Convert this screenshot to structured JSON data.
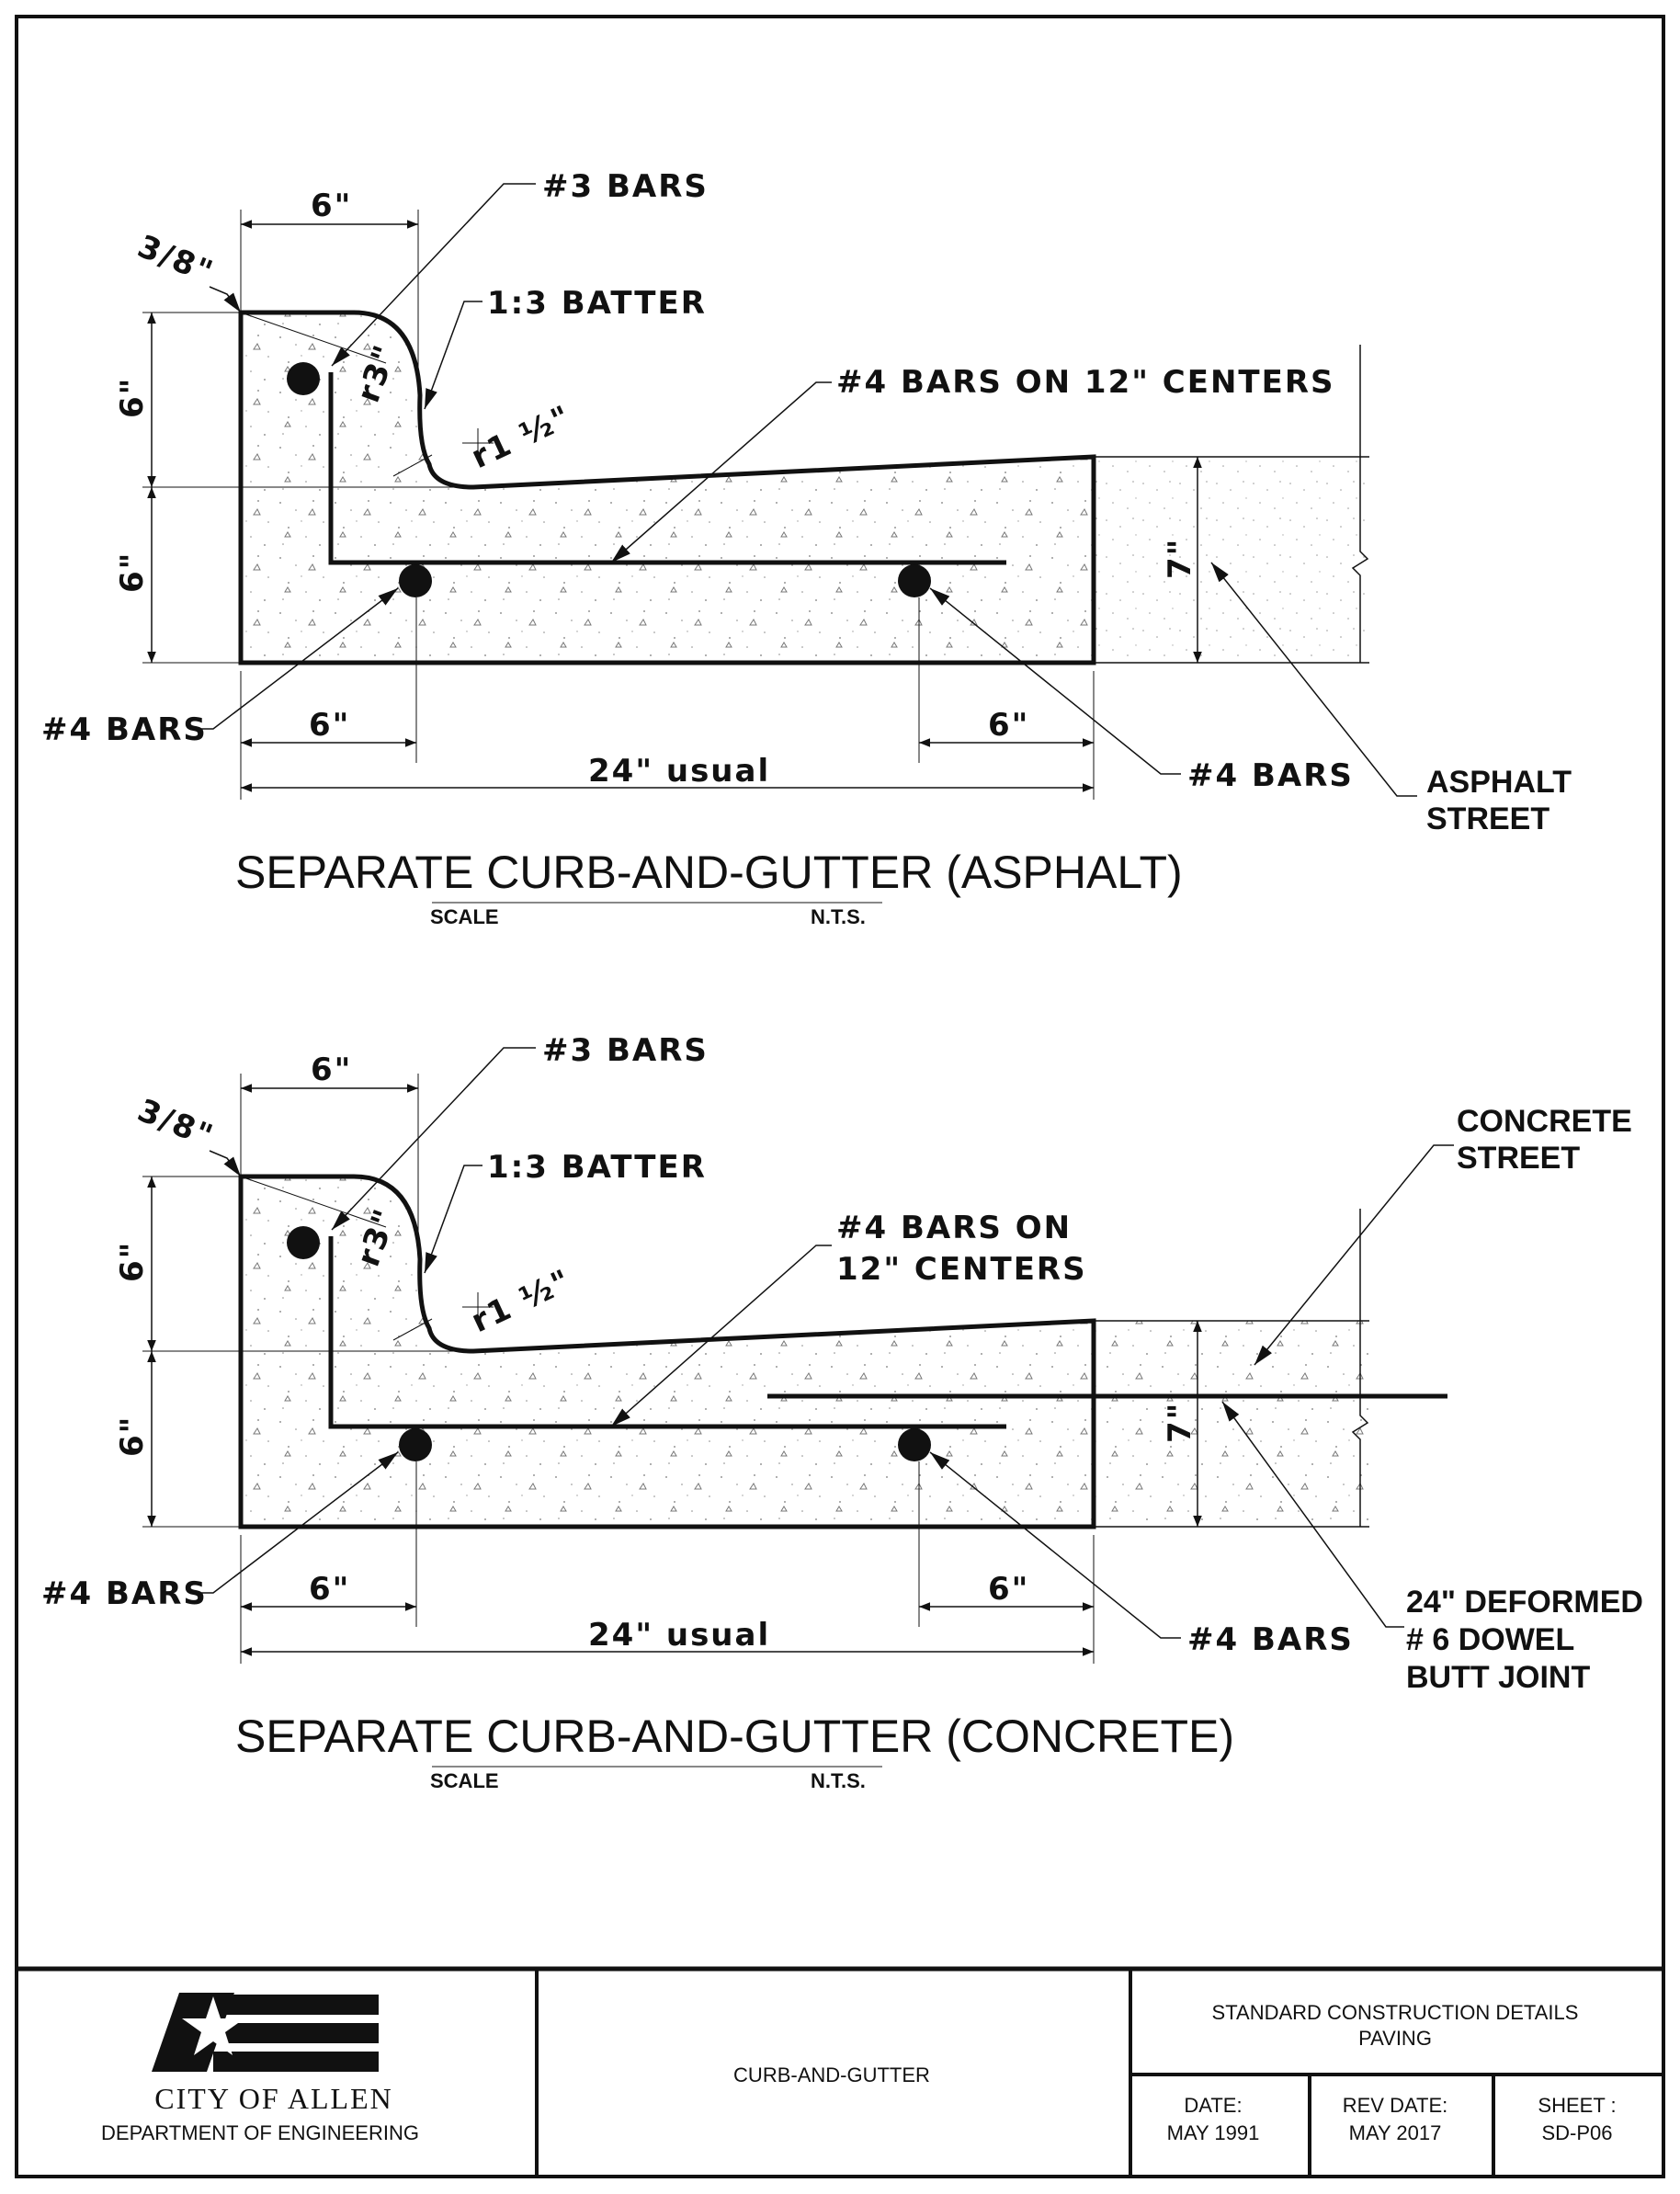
{
  "details": [
    {
      "title": "SEPARATE CURB-AND-GUTTER (ASPHALT)",
      "scale_label": "SCALE",
      "scale_value": "N.T.S.",
      "labels": {
        "bars3": "#3 BARS",
        "batter": "1:3 BATTER",
        "bars4_centers_line1": "#4 BARS ON 12\" CENTERS",
        "bars4_centers_line2": "",
        "bars4_left": "#4 BARS",
        "bars4_right": "#4 BARS",
        "street_line1": "ASPHALT",
        "street_line2": "STREET",
        "dowel_line1": "",
        "dowel_line2": "",
        "dowel_line3": "",
        "dim_top": "6\"",
        "dim_chamfer": "3/8\"",
        "dim_curb_height": "6\"",
        "dim_gutter_height": "6\"",
        "dim_bottom_left": "6\"",
        "dim_bottom_right": "6\"",
        "dim_total": "24\" usual",
        "dim_street": "7\"",
        "radius_large": "r3\"",
        "radius_small": "r1 ½\""
      }
    },
    {
      "title": "SEPARATE CURB-AND-GUTTER (CONCRETE)",
      "scale_label": "SCALE",
      "scale_value": "N.T.S.",
      "labels": {
        "bars3": "#3 BARS",
        "batter": "1:3 BATTER",
        "bars4_centers_line1": "#4 BARS ON",
        "bars4_centers_line2": "12\" CENTERS",
        "bars4_left": "#4 BARS",
        "bars4_right": "#4 BARS",
        "street_line1": "CONCRETE",
        "street_line2": "STREET",
        "dowel_line1": "24\" DEFORMED",
        "dowel_line2": "# 6 DOWEL",
        "dowel_line3": "BUTT JOINT",
        "dim_top": "6\"",
        "dim_chamfer": "3/8\"",
        "dim_curb_height": "6\"",
        "dim_gutter_height": "6\"",
        "dim_bottom_left": "6\"",
        "dim_bottom_right": "6\"",
        "dim_total": "24\" usual",
        "dim_street": "7\"",
        "radius_large": "r3\"",
        "radius_small": "r1 ½\""
      }
    }
  ],
  "title_block": {
    "city": "CITY OF ALLEN",
    "department": "DEPARTMENT OF ENGINEERING",
    "drawing_title": "CURB-AND-GUTTER",
    "category_line1": "STANDARD CONSTRUCTION DETAILS",
    "category_line2": "PAVING",
    "date_label": "DATE:",
    "date_value": "MAY 1991",
    "rev_label": "REV DATE:",
    "rev_value": "MAY  2017",
    "sheet_label": "SHEET :",
    "sheet_value": "SD-P06"
  }
}
